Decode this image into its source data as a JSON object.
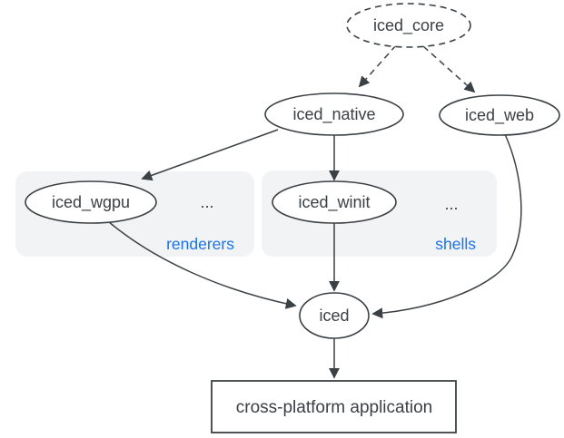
{
  "diagram": {
    "nodes": {
      "iced_core": {
        "label": "iced_core",
        "shape": "ellipse",
        "border": "dashed"
      },
      "iced_native": {
        "label": "iced_native",
        "shape": "ellipse",
        "border": "solid"
      },
      "iced_web": {
        "label": "iced_web",
        "shape": "ellipse",
        "border": "solid"
      },
      "iced_wgpu": {
        "label": "iced_wgpu",
        "shape": "ellipse",
        "border": "solid"
      },
      "iced_winit": {
        "label": "iced_winit",
        "shape": "ellipse",
        "border": "solid"
      },
      "iced": {
        "label": "iced",
        "shape": "ellipse",
        "border": "solid"
      },
      "application": {
        "label": "cross-platform application",
        "shape": "rectangle",
        "border": "solid"
      }
    },
    "groups": {
      "renderers": {
        "label": "renderers",
        "ellipsis": "...",
        "contains": [
          "iced_wgpu"
        ]
      },
      "shells": {
        "label": "shells",
        "ellipsis": "...",
        "contains": [
          "iced_winit"
        ]
      }
    },
    "edges": [
      {
        "from": "iced_core",
        "to": "iced_native",
        "style": "dashed"
      },
      {
        "from": "iced_core",
        "to": "iced_web",
        "style": "dashed"
      },
      {
        "from": "iced_native",
        "to": "iced_wgpu",
        "style": "solid"
      },
      {
        "from": "iced_native",
        "to": "iced_winit",
        "style": "solid"
      },
      {
        "from": "iced_winit",
        "to": "iced",
        "style": "solid"
      },
      {
        "from": "iced_wgpu",
        "to": "iced",
        "style": "solid"
      },
      {
        "from": "iced_web",
        "to": "iced",
        "style": "solid"
      },
      {
        "from": "iced",
        "to": "application",
        "style": "solid"
      }
    ],
    "colors": {
      "background": "#ffffff",
      "node_fill": "#ffffff",
      "stroke": "#3b4045",
      "text": "#3b4045",
      "group_fill": "#f1f3f5",
      "group_label": "#1a73e8"
    }
  }
}
